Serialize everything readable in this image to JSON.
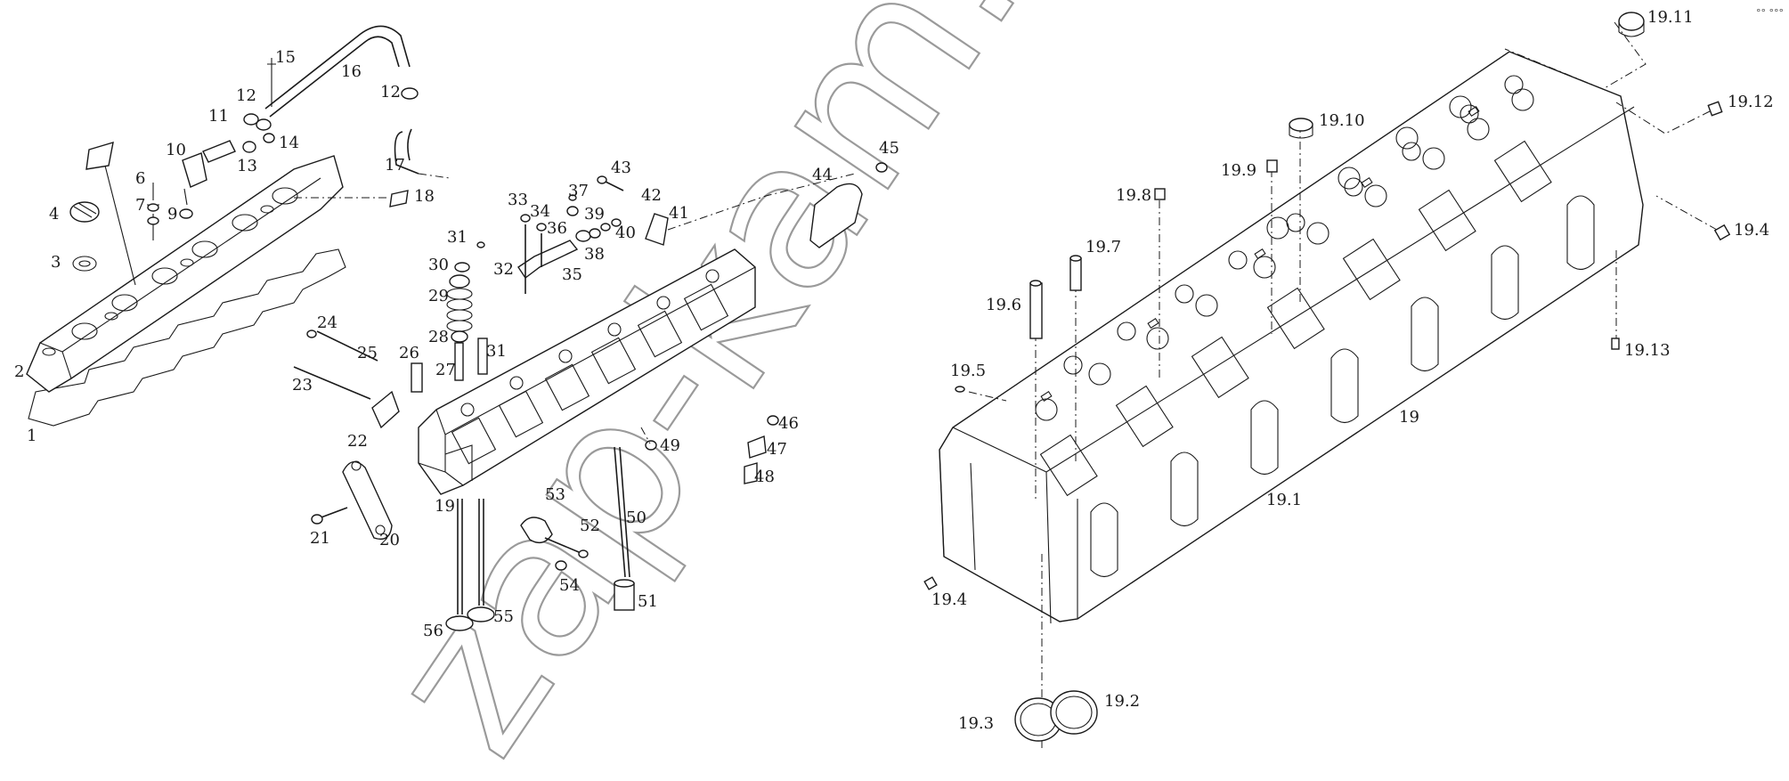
{
  "watermark": "zap-kam.ru",
  "callouts_left": [
    "1",
    "2",
    "3",
    "4",
    "6",
    "7",
    "9",
    "10",
    "11",
    "12",
    "13",
    "14",
    "15",
    "16",
    "12",
    "17",
    "18",
    "20",
    "21",
    "22",
    "23",
    "24",
    "25",
    "26",
    "27",
    "28",
    "29",
    "30",
    "31",
    "31",
    "32",
    "33",
    "34",
    "35",
    "36",
    "37",
    "38",
    "39",
    "40",
    "41",
    "42",
    "43",
    "44",
    "45",
    "46",
    "47",
    "48",
    "49",
    "50",
    "51",
    "52",
    "53",
    "54",
    "55",
    "56",
    "19"
  ],
  "callouts_right": [
    "19",
    "19.1",
    "19.2",
    "19.3",
    "19.4",
    "19.4",
    "19.5",
    "19.6",
    "19.7",
    "19.8",
    "19.9",
    "19.10",
    "19.11",
    "19.12",
    "19.13"
  ],
  "corner_mark": "°° °°°"
}
